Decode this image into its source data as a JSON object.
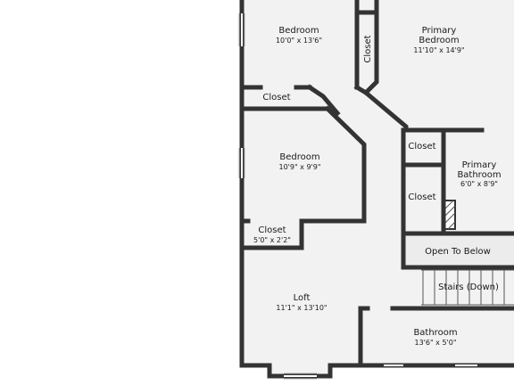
{
  "rooms": {
    "bedroom_top": {
      "name": "Bedroom",
      "dims": "10'0\" x 13'6\""
    },
    "primary_bedroom": {
      "name_line1": "Primary",
      "name_line2": "Bedroom",
      "dims": "11'10\" x 14'9\""
    },
    "closet_vertical": {
      "name": "Closet"
    },
    "closet_upper": {
      "name": "Closet"
    },
    "bedroom_mid": {
      "name": "Bedroom",
      "dims": "10'9\" x 9'9\""
    },
    "closet_right_upper": {
      "name": "Closet"
    },
    "closet_right_lower": {
      "name": "Closet"
    },
    "primary_bathroom": {
      "name_line1": "Primary",
      "name_line2": "Bathroom",
      "dims": "6'0\" x 8'9\""
    },
    "closet_lower": {
      "name": "Closet",
      "dims": "5'0\" x 2'2\""
    },
    "open_to_below": {
      "name": "Open To Below"
    },
    "stairs": {
      "name": "Stairs (Down)"
    },
    "loft": {
      "name": "Loft",
      "dims": "11'1\" x 13'10\""
    },
    "bathroom": {
      "name": "Bathroom",
      "dims": "13'6\" x 5'0\""
    }
  },
  "colors": {
    "wall": "#333333",
    "floor": "#f2f2f2",
    "window": "#ffffff",
    "open_to_below_fill": "#ececec"
  }
}
